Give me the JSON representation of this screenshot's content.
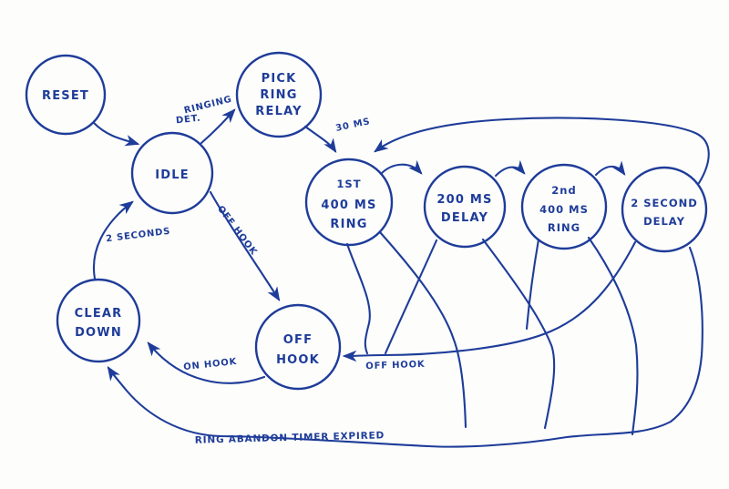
{
  "diagram": {
    "title": "telephone-ringing-state-machine",
    "ink_color": "#1e3c99",
    "paper_color": "#fdfdfb",
    "states": {
      "reset": {
        "lines": [
          "RESET"
        ]
      },
      "idle": {
        "lines": [
          "IDLE"
        ]
      },
      "pick_ring_relay": {
        "lines": [
          "PICK",
          "RING",
          "RELAY"
        ]
      },
      "first_ring": {
        "lines": [
          "1ST",
          "400 MS",
          "RING"
        ]
      },
      "delay_200ms": {
        "lines": [
          "200 MS",
          "DELAY"
        ]
      },
      "second_ring": {
        "lines": [
          "2nd",
          "400 MS",
          "RING"
        ]
      },
      "delay_2s": {
        "lines": [
          "2 SECOND",
          "DELAY"
        ]
      },
      "clear_down": {
        "lines": [
          "CLEAR",
          "DOWN"
        ]
      },
      "off_hook": {
        "lines": [
          "OFF",
          "HOOK"
        ]
      }
    },
    "edge_labels": {
      "ringing_det_line1": "RINGING",
      "ringing_det_line2": "DET.",
      "pick_to_first_ring": "30 MS",
      "idle_to_off_hook": "OFF HOOK",
      "clear_down_to_idle": "2 SECONDS",
      "off_hook_to_clear_down": "ON HOOK",
      "rings_to_off_hook": "OFF HOOK",
      "ring_abandon": "RING ABANDON TIMER EXPIRED"
    }
  }
}
